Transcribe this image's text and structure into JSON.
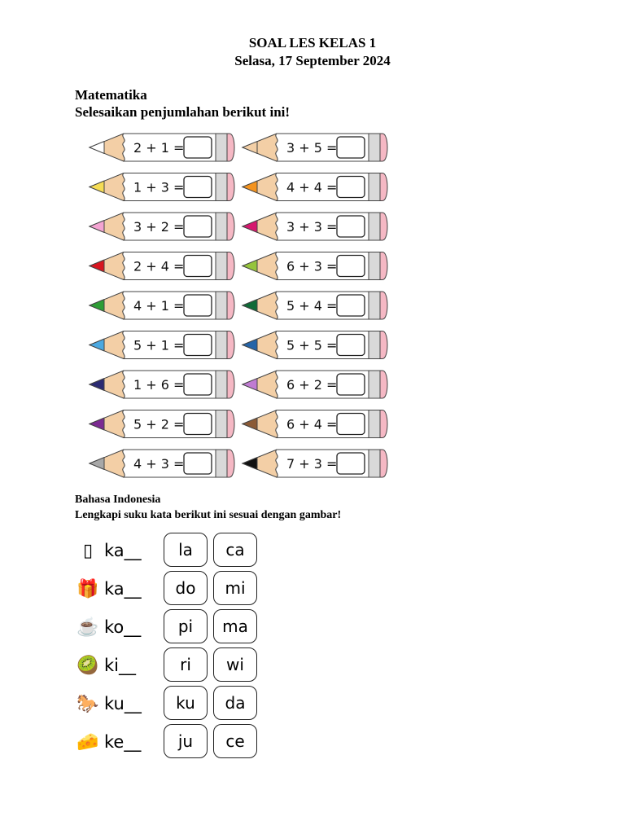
{
  "header": {
    "title": "SOAL LES KELAS 1",
    "date": "Selasa, 17 September 2024"
  },
  "math": {
    "subject": "Matematika",
    "instruction": "Selesaikan penjumlahan berikut ini!",
    "pencils": [
      {
        "equation": "2 + 1 =",
        "tip_color": "#ffffff"
      },
      {
        "equation": "3 + 5 =",
        "tip_color": "#f3cfa6"
      },
      {
        "equation": "1 + 3 =",
        "tip_color": "#f5dc55"
      },
      {
        "equation": "4 + 4 =",
        "tip_color": "#f4931e"
      },
      {
        "equation": "3 + 2 =",
        "tip_color": "#f4a4d2"
      },
      {
        "equation": "3 + 3 =",
        "tip_color": "#d6186e"
      },
      {
        "equation": "2 + 4 =",
        "tip_color": "#d8151f"
      },
      {
        "equation": "6 + 3 =",
        "tip_color": "#96c43c"
      },
      {
        "equation": "4 + 1 =",
        "tip_color": "#2e9d35"
      },
      {
        "equation": "5 + 4 =",
        "tip_color": "#0f6b37"
      },
      {
        "equation": "5 + 1 =",
        "tip_color": "#4aa8e0"
      },
      {
        "equation": "5 + 5 =",
        "tip_color": "#2464a8"
      },
      {
        "equation": "1 + 6 =",
        "tip_color": "#2b2a72"
      },
      {
        "equation": "6 + 2 =",
        "tip_color": "#c07bd2"
      },
      {
        "equation": "5 + 2 =",
        "tip_color": "#7c2a92"
      },
      {
        "equation": "6 + 4 =",
        "tip_color": "#8b5a36"
      },
      {
        "equation": "4 + 3 =",
        "tip_color": "#a8a8a8"
      },
      {
        "equation": "7 + 3 =",
        "tip_color": "#111111"
      }
    ],
    "colors": {
      "wood": "#f3cfa6",
      "body": "#ffffff",
      "band": "#d9d9d9",
      "eraser": "#f5b8c4",
      "outline": "#444444"
    }
  },
  "bahasa": {
    "subject": "Bahasa Indonesia",
    "instruction": "Lengkapi suku kata berikut ini sesuai dengan gambar!",
    "items": [
      {
        "icon": "mirror-icon",
        "glyph": "▯",
        "word": "ka__",
        "options": [
          "la",
          "ca"
        ]
      },
      {
        "icon": "gift-icon",
        "glyph": "🎁",
        "word": "ka__",
        "options": [
          "do",
          "mi"
        ]
      },
      {
        "icon": "coffee-cup-icon",
        "glyph": "☕",
        "word": "ko__",
        "options": [
          "pi",
          "ma"
        ]
      },
      {
        "icon": "kiwi-icon",
        "glyph": "🥝",
        "word": "ki__",
        "options": [
          "ri",
          "wi"
        ]
      },
      {
        "icon": "horse-icon",
        "glyph": "🐎",
        "word": "ku__",
        "options": [
          "ku",
          "da"
        ]
      },
      {
        "icon": "cheese-icon",
        "glyph": "🧀",
        "word": "ke__",
        "options": [
          "ju",
          "ce"
        ]
      }
    ]
  }
}
